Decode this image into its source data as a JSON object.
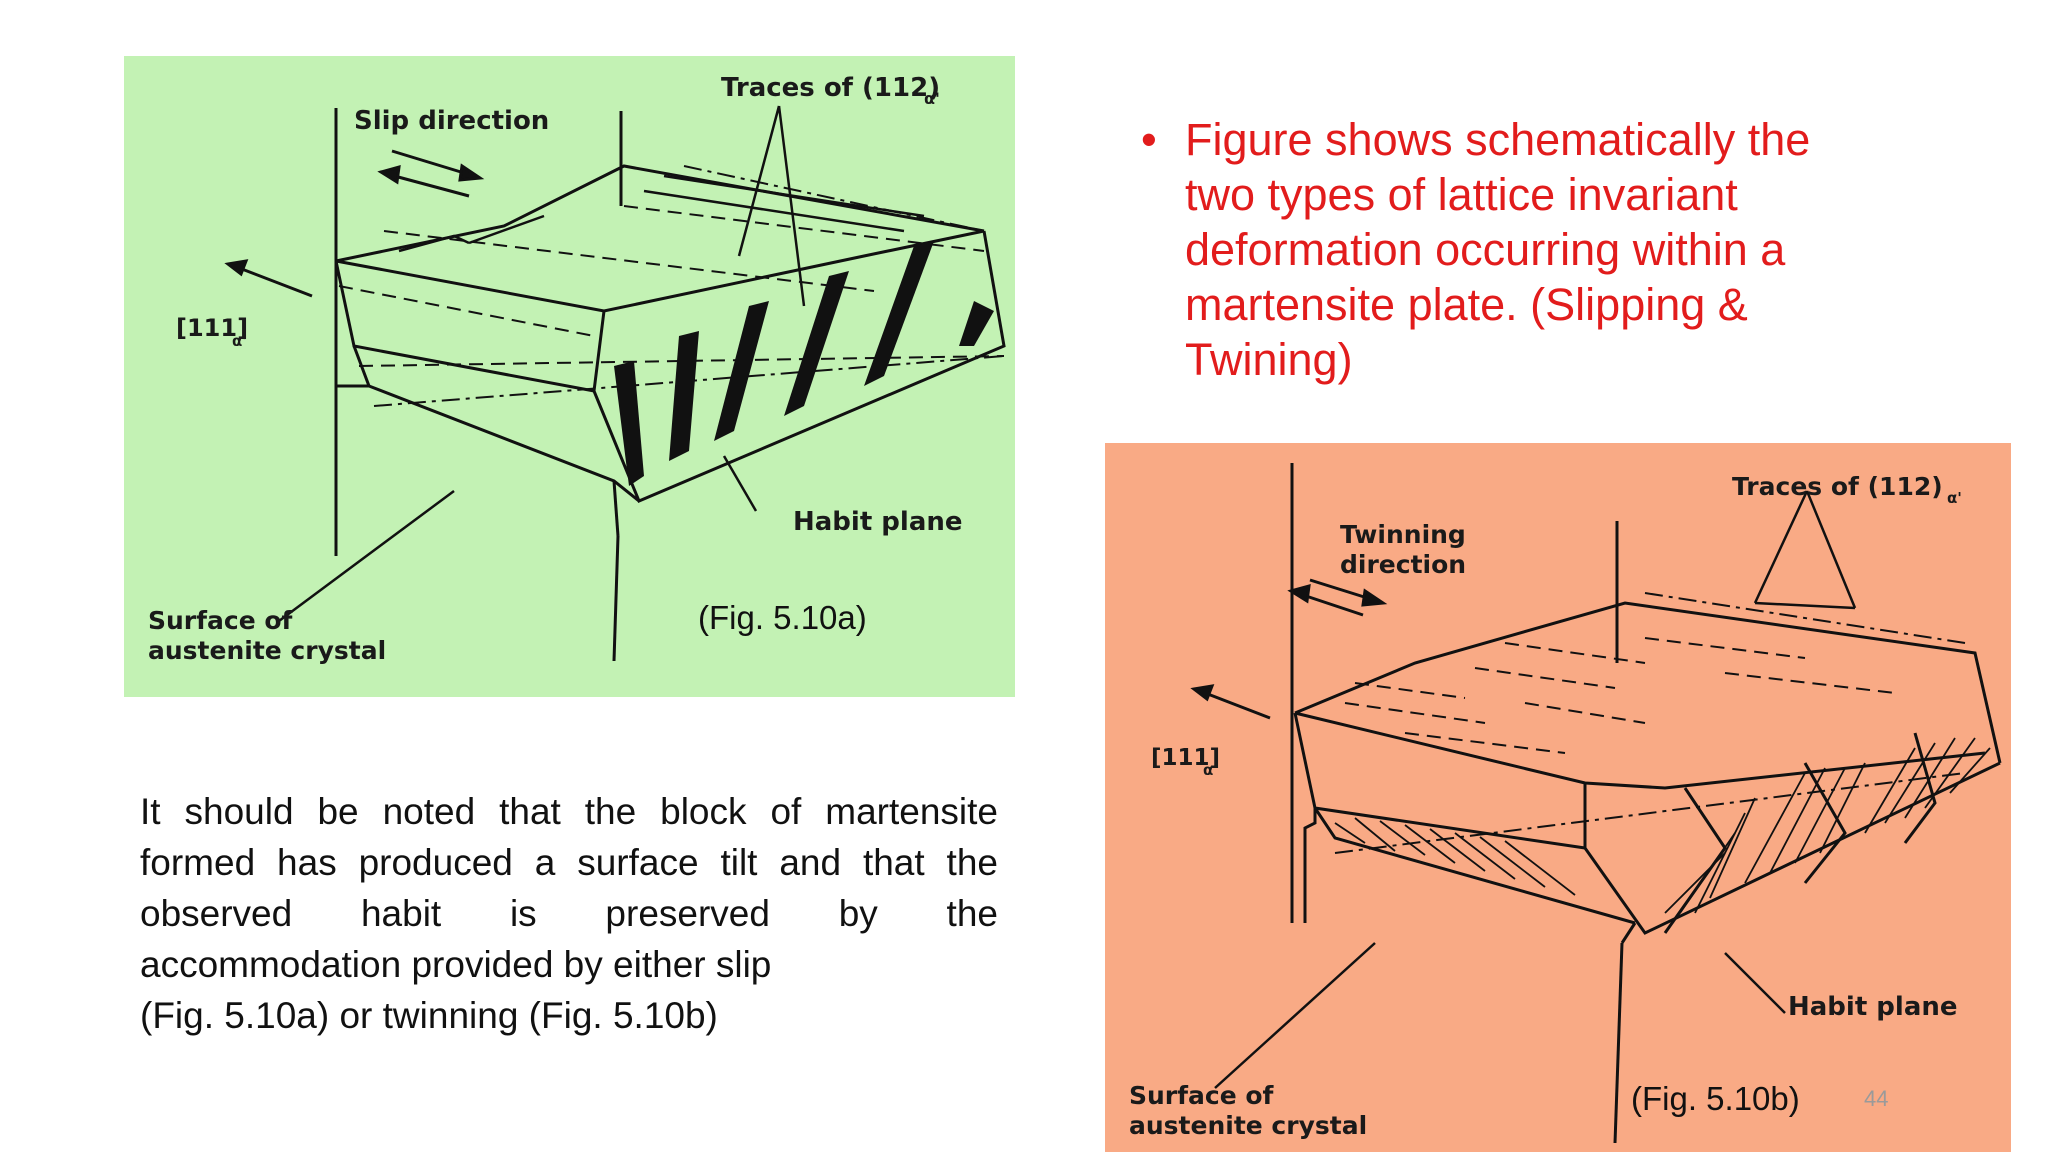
{
  "figure_a": {
    "label_traces": "Traces of (112)",
    "label_traces_sub": "α'",
    "label_slip": "Slip direction",
    "label_direction": "[111]",
    "label_direction_sub": "α'",
    "label_habit": "Habit plane",
    "label_surface_1": "Surface of",
    "label_surface_2": "austenite crystal",
    "caption": "(Fig. 5.10a)",
    "background": "#c3f2b4"
  },
  "figure_b": {
    "label_traces": "Traces of (112)",
    "label_traces_sub": "α'",
    "label_twinning_1": "Twinning",
    "label_twinning_2": "direction",
    "label_direction": "[111]",
    "label_direction_sub": "α",
    "label_habit": "Habit plane",
    "label_surface_1": "Surface of",
    "label_surface_2": "austenite crystal",
    "caption": "(Fig. 5.10b)",
    "background": "#f9aa85"
  },
  "bullet": {
    "lines": [
      "Figure shows schematically the",
      "two types of lattice invariant",
      "deformation occurring within a",
      "martensite plate. (Slipping &",
      "Twining)"
    ],
    "color": "#e21c1c"
  },
  "note": {
    "lines": [
      "It should be noted that the block  of martensite",
      "formed has produced a surface tilt and that the",
      "observed     habit     is     preserved     by     the",
      "accommodation provided by either slip",
      "(Fig. 5.10a) or twinning (Fig. 5.10b)"
    ]
  },
  "page_number": "44"
}
